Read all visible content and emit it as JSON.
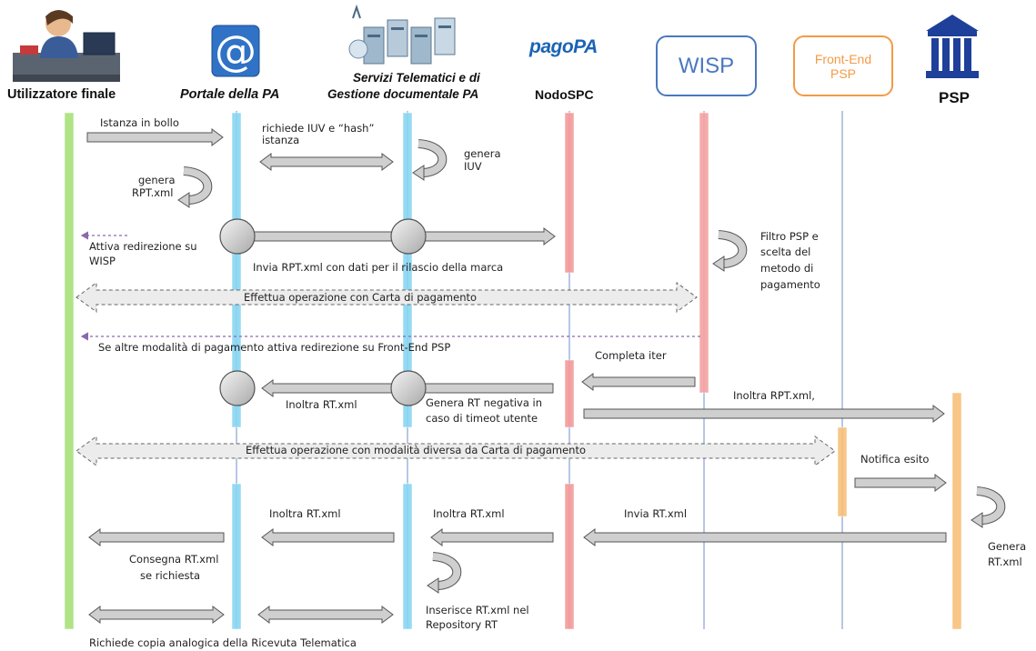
{
  "colors": {
    "utilizzatore": "#a8e07a",
    "portale": "#8ad6f2",
    "servizi": "#8ad6f2",
    "nodo": "#f49a9a",
    "wisp": "#f4a3a3",
    "front_end": "#f8c07a",
    "psp": "#f8c07a",
    "arrow_fill": "#cfcfcf",
    "arrow_stroke": "#555555",
    "wisp_box": "#4a78c0",
    "front_end_box": "#f39a46",
    "psp_icon": "#1e3f9a",
    "redirect": "#8a6aaa"
  },
  "participants": {
    "utilizzatore": {
      "name": "Utilizzatore finale",
      "icon": "user-at-desk-icon"
    },
    "portale": {
      "name": "Portale della PA",
      "icon": "at-sign-icon"
    },
    "servizi": {
      "name_line1": "Servizi  Telematici e di",
      "name_line2": "Gestione documentale PA",
      "icon": "servers-network-icon"
    },
    "nodo": {
      "name": "NodoSPC",
      "logo": "pagoPA"
    },
    "wisp": {
      "name": "WISP"
    },
    "front_end": {
      "name_line1": "Front-End",
      "name_line2": "PSP"
    },
    "psp": {
      "name": "PSP",
      "icon": "bank-building-icon"
    }
  },
  "messages": {
    "istanza_bollo": "Istanza in bollo",
    "richiede_iuv_1": "richiede IUV e “hash”",
    "richiede_iuv_2": "istanza",
    "genera_iuv_1": "genera",
    "genera_iuv_2": "IUV",
    "genera_rpt_1": "genera",
    "genera_rpt_2": "RPT.xml",
    "attiva_wisp_1": "Attiva redirezione  su",
    "attiva_wisp_2": "WISP",
    "invia_rpt": "Invia RPT.xml con  dati per il rilascio della marca",
    "filtro_psp_1": "Filtro PSP e",
    "filtro_psp_2": "scelta del",
    "filtro_psp_3": "metodo  di",
    "filtro_psp_4": "pagamento",
    "operazione_carta": "Effettua operazione  con Carta di pagamento",
    "altre_modalita": "Se altre modalità di pagamento attiva redirezione su Front-End PSP",
    "completa_iter": "Completa iter",
    "inoltra_rt_portale": "Inoltra RT.xml",
    "genera_rt_neg_1": "Genera RT negativa in",
    "genera_rt_neg_2": "caso di timeot utente",
    "inoltra_rpt": "Inoltra RPT.xml,",
    "operazione_diversa": "Effettua operazione  con modalità diversa da Carta di pagamento",
    "notifica_esito": "Notifica esito",
    "inoltra_rt_1": "Inoltra RT.xml",
    "inoltra_rt_2": "Inoltra RT.xml",
    "invia_rt": "Invia RT.xml",
    "consegna_rt_1": "Consegna RT.xml",
    "consegna_rt_2": "se richiesta",
    "genera_rt_1": "Genera",
    "genera_rt_2": "RT.xml",
    "inserisce_rt_1": "Inserisce RT.xml nel",
    "inserisce_rt_2": "Repository RT",
    "richiede_copia": "Richiede copia analogica della Ricevuta Telematica"
  }
}
